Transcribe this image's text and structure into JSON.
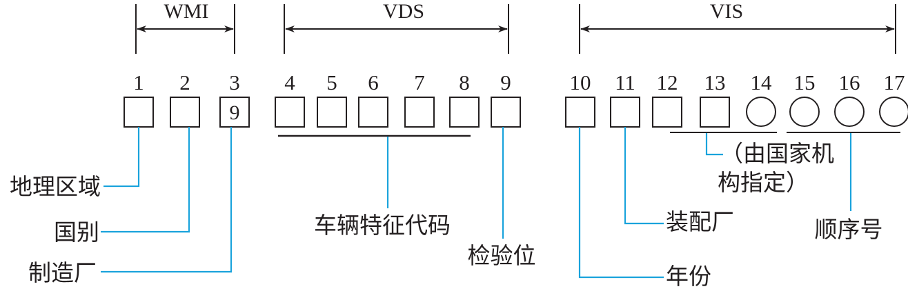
{
  "colors": {
    "ink": "#231f20",
    "leader": "#1aa3dc",
    "background": "#ffffff"
  },
  "groups": [
    {
      "label": "WMI"
    },
    {
      "label": "VDS"
    },
    {
      "label": "VIS"
    }
  ],
  "positions": [
    {
      "number": "1",
      "shape": "square",
      "content": ""
    },
    {
      "number": "2",
      "shape": "square",
      "content": ""
    },
    {
      "number": "3",
      "shape": "square",
      "content": "9"
    },
    {
      "number": "4",
      "shape": "square",
      "content": ""
    },
    {
      "number": "5",
      "shape": "square",
      "content": ""
    },
    {
      "number": "6",
      "shape": "square",
      "content": ""
    },
    {
      "number": "7",
      "shape": "square",
      "content": ""
    },
    {
      "number": "8",
      "shape": "square",
      "content": ""
    },
    {
      "number": "9",
      "shape": "square",
      "content": ""
    },
    {
      "number": "10",
      "shape": "square",
      "content": ""
    },
    {
      "number": "11",
      "shape": "square",
      "content": ""
    },
    {
      "number": "12",
      "shape": "square",
      "content": ""
    },
    {
      "number": "13",
      "shape": "square",
      "content": ""
    },
    {
      "number": "14",
      "shape": "circle",
      "content": ""
    },
    {
      "number": "15",
      "shape": "circle",
      "content": ""
    },
    {
      "number": "16",
      "shape": "circle",
      "content": ""
    },
    {
      "number": "17",
      "shape": "circle",
      "content": ""
    }
  ],
  "labels": {
    "geo_region": "地理区域",
    "country": "国别",
    "manufacturer": "制造厂",
    "vehicle_attributes": "车辆特征代码",
    "check_digit": "检验位",
    "model_year": "年份",
    "assembly_plant": "装配厂",
    "national_agency_line1": "（由国家机",
    "national_agency_line2": "构指定）",
    "serial_number": "顺序号"
  }
}
